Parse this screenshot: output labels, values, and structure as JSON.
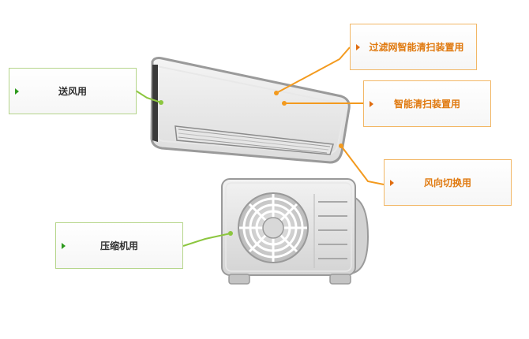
{
  "colors": {
    "green": "#8cc63f",
    "orange": "#f39a1e",
    "green_arrow": "#2e9a1e",
    "orange_arrow": "#e06d10"
  },
  "callouts": {
    "fan": "送风用",
    "compressor": "压缩机用",
    "filter_cleaning": "过滤网智能清扫装置用",
    "smart_cleaning": "智能清扫装置用",
    "louver": "风向切换用"
  }
}
